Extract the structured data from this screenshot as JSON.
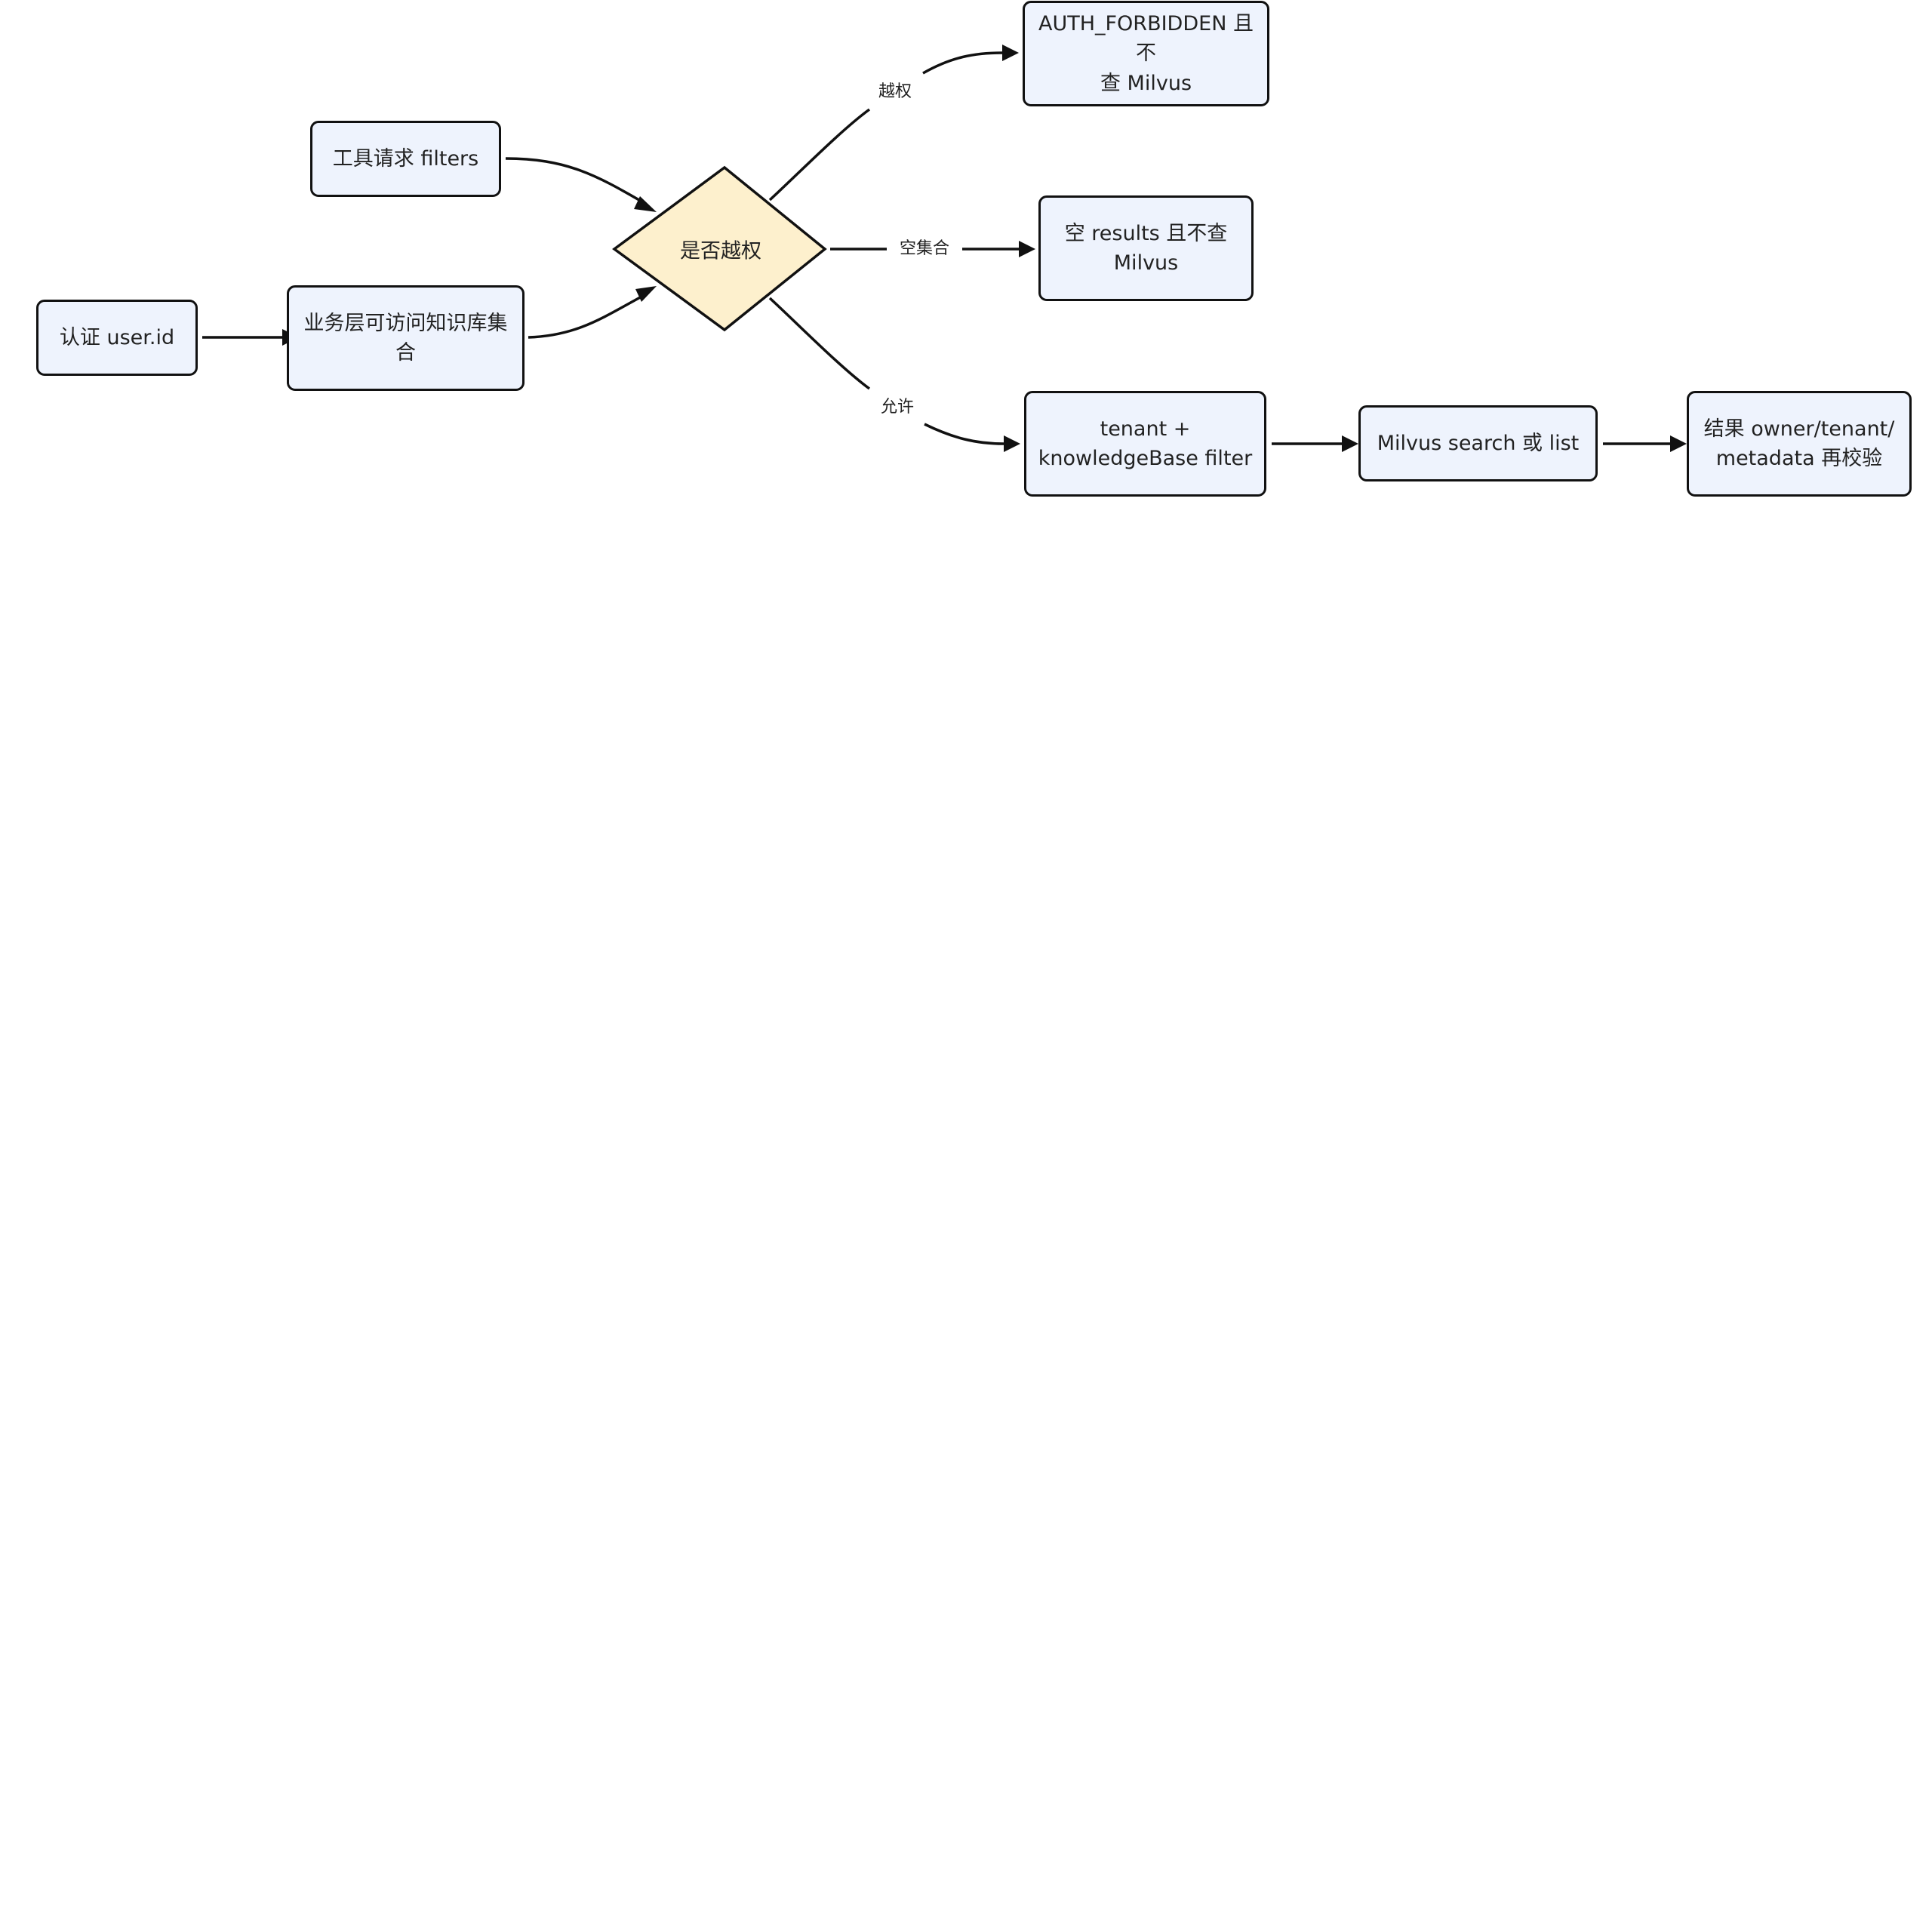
{
  "diagram": {
    "colors": {
      "node_fill": "#eef3fd",
      "decision_fill": "#fdf0cd",
      "stroke": "#111111",
      "text": "#222222"
    },
    "nodes": {
      "auth": "认证 user.id",
      "accessible_kb": "业务层可访问知识库集\n合",
      "tool_filters": "工具请求 filters",
      "decision": "是否越权",
      "forbidden": "AUTH_FORBIDDEN 且不\n查 Milvus",
      "empty_results": "空 results 且不查\nMilvus",
      "tenant_filter": "tenant +\nknowledgeBase filter",
      "milvus_search": "Milvus search 或 list",
      "result_check": "结果 owner/tenant/\nmetadata 再校验"
    },
    "edge_labels": {
      "overreach": "越权",
      "empty_set": "空集合",
      "allow": "允许"
    }
  }
}
